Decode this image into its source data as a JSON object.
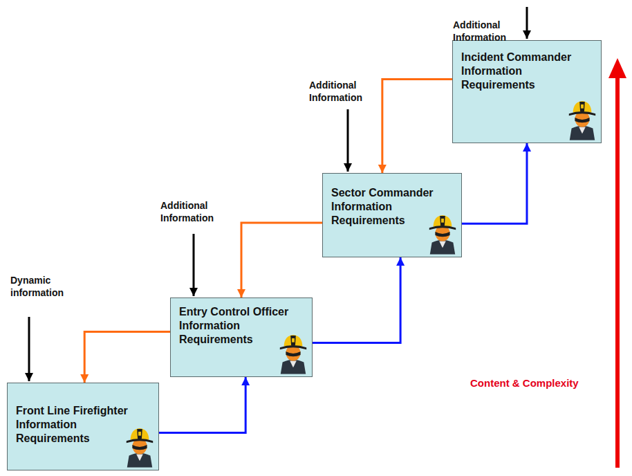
{
  "diagram": {
    "nodes": [
      {
        "text": [
          "Front Line Firefighter Information Requirements"
        ]
      },
      {
        "text": [
          "Entry Control Officer Information Requirements"
        ]
      },
      {
        "text": [
          "Sector Commander Information Requirements"
        ]
      },
      {
        "text": [
          "Incident Commander Information Requirements"
        ]
      }
    ],
    "edges": [
      {
        "from": 0,
        "to": 1,
        "arrow": "to"
      },
      {
        "from": 1,
        "to": 2,
        "arrow": "to"
      },
      {
        "from": 2,
        "to": 3,
        "arrow": "to"
      },
      {
        "from": 1,
        "to": 0,
        "arrow": "to"
      },
      {
        "from": 2,
        "to": 1,
        "arrow": "to"
      },
      {
        "from": 3,
        "to": 2,
        "arrow": "to"
      }
    ],
    "labels": [
      "Dynamic information",
      "Additional Information",
      "Additional Information",
      "Additional Information",
      "Content & Complexity"
    ]
  }
}
